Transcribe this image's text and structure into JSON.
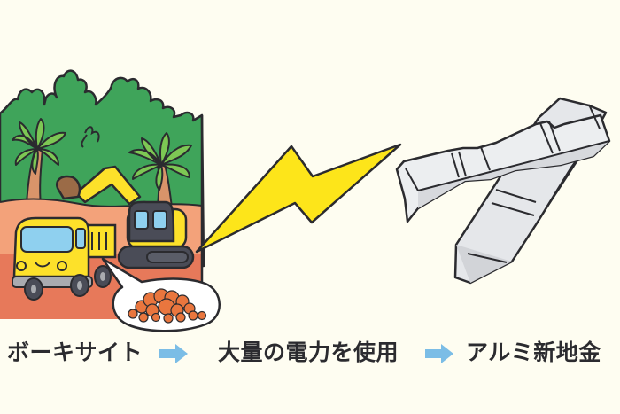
{
  "diagram": {
    "steps": [
      {
        "label": "ボーキサイト",
        "illustration": "bauxite-mining-scene"
      },
      {
        "label": "大量の電力を使用",
        "illustration": "lightning-bolt"
      },
      {
        "label": "アルミ新地金",
        "illustration": "aluminum-ingots"
      }
    ],
    "arrows": [
      {
        "icon": "arrow-right-icon",
        "color": "#7bbde6"
      },
      {
        "icon": "arrow-right-icon",
        "color": "#7bbde6"
      }
    ],
    "colors": {
      "background": "#fefdf1",
      "forest": "#3fa45a",
      "palm_leaf": "#7dc754",
      "soil": "#f3a27a",
      "soil_dark": "#e7795a",
      "truck": "#fde12a",
      "excavator_cab": "#4a4c57",
      "lightning": "#fde51a",
      "ingot": "#e5e7ea",
      "bauxite": "#e9763e",
      "outline": "#2b2b2f"
    }
  }
}
